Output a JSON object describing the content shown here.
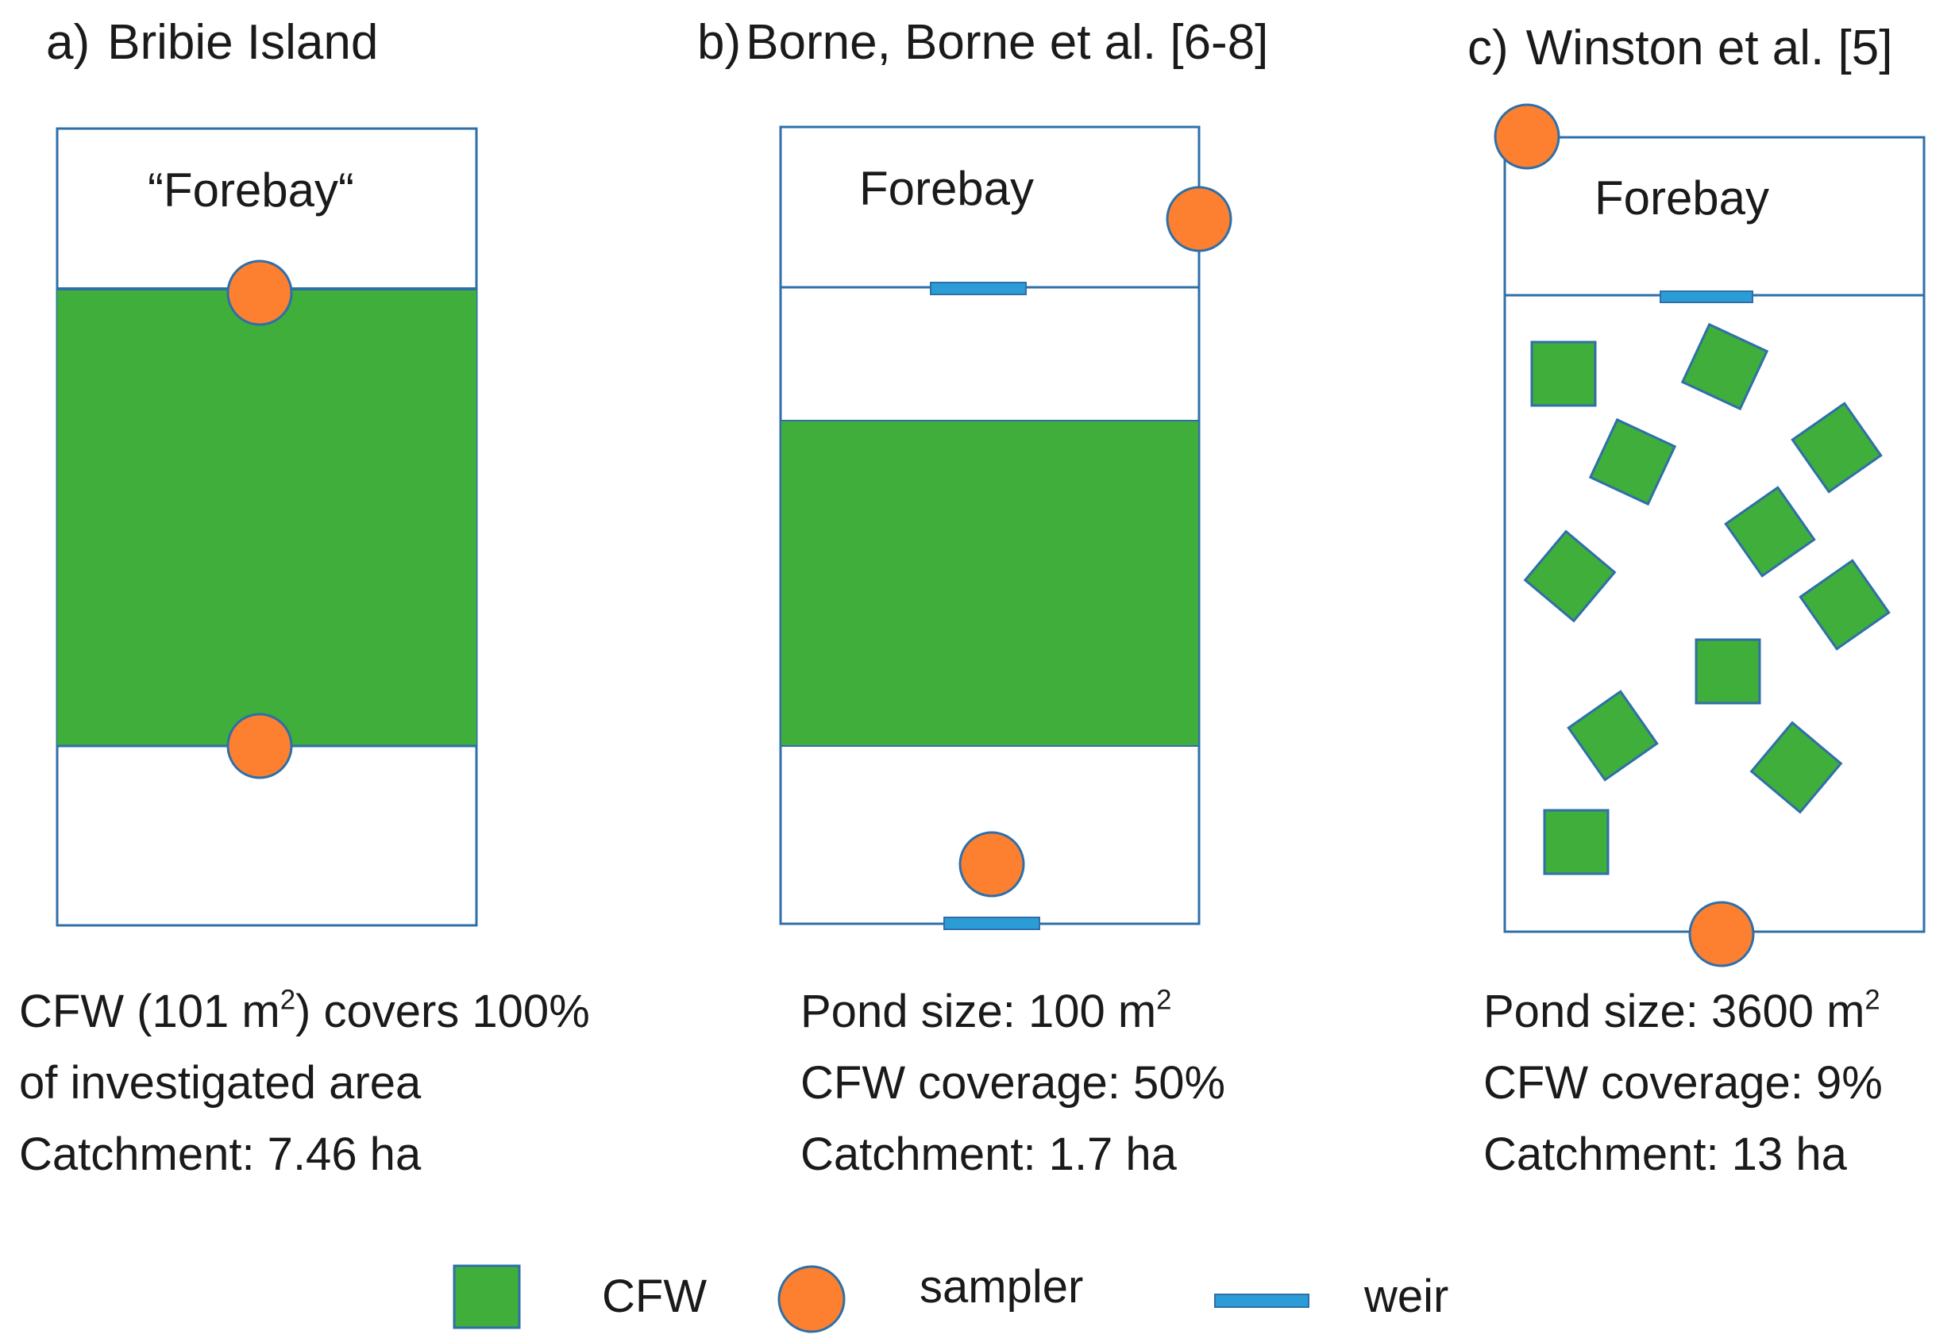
{
  "panels": {
    "a": {
      "letter": "a)",
      "title": "Bribie Island",
      "forebay_label": "“Forebay“",
      "info": {
        "line1_pre": "CFW (101 m",
        "line1_sup": "2",
        "line1_post": ") covers 100%",
        "line2": "of investigated area",
        "line3": "Catchment: 7.46 ha"
      }
    },
    "b": {
      "letter": "b)",
      "title": "Borne, Borne et al. [6-8]",
      "forebay_label": "Forebay",
      "info": {
        "line1_pre": "Pond size: 100 m",
        "line1_sup": "2",
        "line2": "CFW coverage: 50%",
        "line3": "Catchment: 1.7 ha"
      }
    },
    "c": {
      "letter": "c)",
      "title": "Winston et al. [5]",
      "forebay_label": "Forebay",
      "info": {
        "line1_pre": "Pond size: 3600 m",
        "line1_sup": "2",
        "line2": "CFW coverage: 9%",
        "line3": "Catchment: 13 ha"
      }
    }
  },
  "legend": {
    "cfw": "CFW",
    "sampler": "sampler",
    "weir": "weir"
  },
  "colors": {
    "cfw_green": "#3fae3a",
    "sampler_orange": "#fd8030",
    "weir_blue": "#2c9cd6",
    "outline_blue": "#2f6fa8"
  }
}
